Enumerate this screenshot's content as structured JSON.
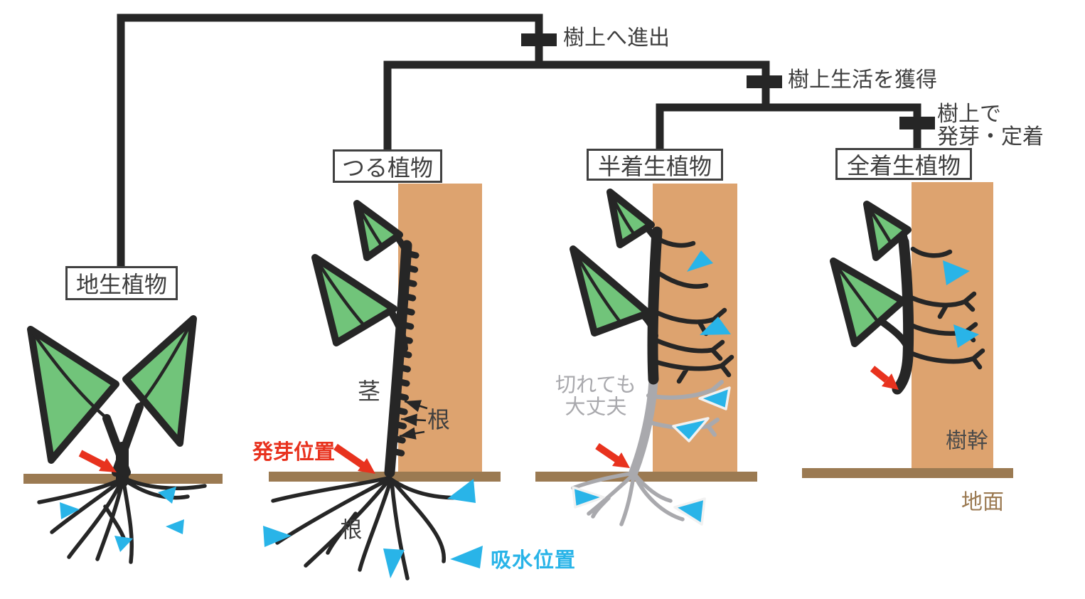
{
  "colors": {
    "ink": "#262626",
    "label_text": "#3f3f3f",
    "leaf_green": "#71c47a",
    "trunk_tan": "#dda36f",
    "ground_brown": "#9b7a52",
    "accent_red": "#e8321e",
    "accent_cyan": "#29b4e8",
    "severed_gray": "#a9a9ad",
    "trunk_label_gray": "#4a4a4a"
  },
  "phylogeny": {
    "node_advance_to_trees": "樹上へ進出",
    "node_acquire_arboreal_life": "樹上生活を獲得",
    "node_germinate_line1": "樹上で",
    "node_germinate_line2": "発芽・定着"
  },
  "plants": {
    "terrestrial": {
      "name": "地生植物"
    },
    "vine": {
      "name": "つる植物",
      "stem_label": "茎",
      "aerial_root_label": "根",
      "germination_position_label": "発芽位置",
      "underground_root_label": "根",
      "water_absorption_label": "吸水位置"
    },
    "hemi_epiphyte": {
      "name": "半着生植物",
      "cut_ok_line1": "切れても",
      "cut_ok_line2": "大丈夫"
    },
    "full_epiphyte": {
      "name": "全着生植物",
      "tree_trunk_label": "樹幹",
      "ground_label": "地面"
    }
  }
}
